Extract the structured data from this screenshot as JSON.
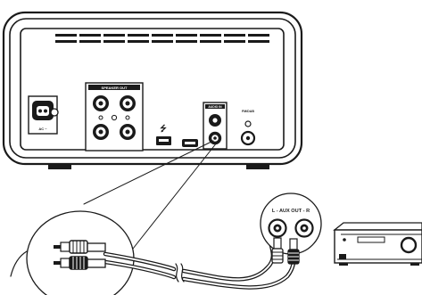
{
  "device": {
    "ac_label": "AC ~",
    "speaker_label": "SPEAKER OUT",
    "usb_symbol": "⭍",
    "audio_in_label": "AUDIO IN",
    "fm_label": "FM/DAB"
  },
  "amplifier": {
    "aux_out_label": "L - AUX OUT - R"
  }
}
